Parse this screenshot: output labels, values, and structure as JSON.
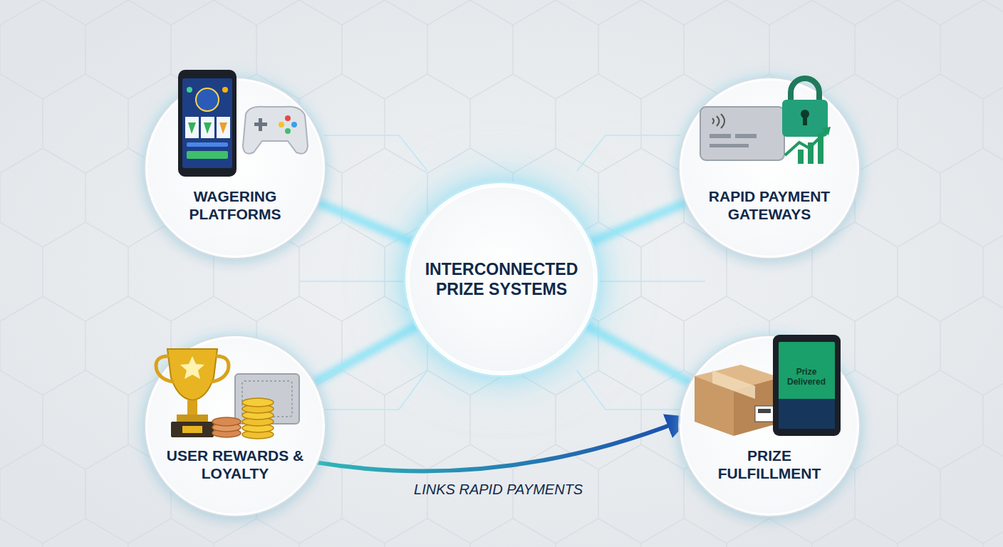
{
  "diagram": {
    "nodes": [
      {
        "text": [
          "WAGERING PLATFORMS"
        ]
      },
      {
        "text": [
          "RAPID PAYMENT GATEWAYS"
        ]
      },
      {
        "text": [
          "INTERCONNECTED PRIZE SYSTEMS"
        ]
      },
      {
        "text": [
          "USER REWARDS & LOYALTY"
        ]
      },
      {
        "text": [
          "PRIZE FULFILLMENT"
        ]
      }
    ],
    "edges": [
      {
        "from": 2,
        "to": 0,
        "arrow": "none"
      },
      {
        "from": 2,
        "to": 1,
        "arrow": "none"
      },
      {
        "from": 2,
        "to": 3,
        "arrow": "none"
      },
      {
        "from": 2,
        "to": 4,
        "arrow": "none"
      },
      {
        "from": 3,
        "to": 4,
        "label": "LINKS RAPID PAYMENTS",
        "arrow": "to"
      }
    ],
    "labels": [
      "Prize Delivered"
    ]
  }
}
